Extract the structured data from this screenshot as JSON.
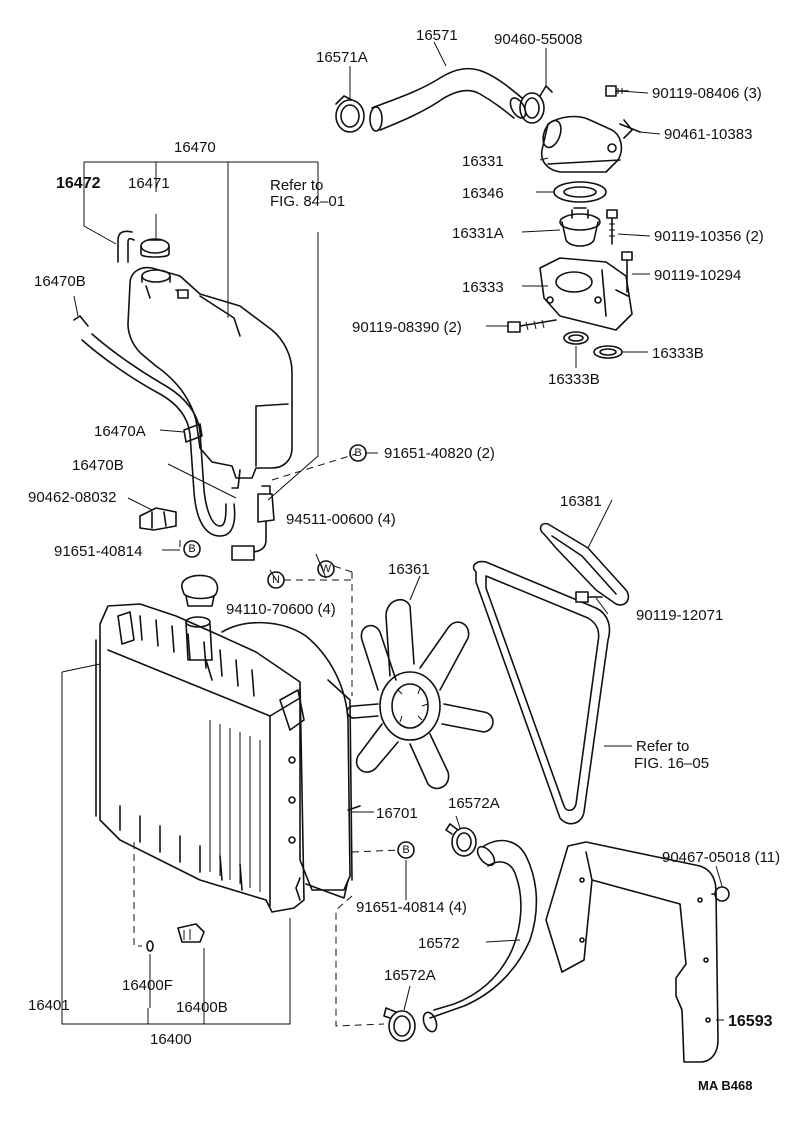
{
  "labels": {
    "p16571": "16571",
    "p16571A": "16571A",
    "p90460_55008": "90460-55008",
    "p90119_08406": "90119-08406 (3)",
    "p90461_10383": "90461-10383",
    "p16331": "16331",
    "p16346": "16346",
    "p16331A": "16331A",
    "p90119_10356": "90119-10356 (2)",
    "p16333": "16333",
    "p90119_10294": "90119-10294",
    "p90119_08390": "90119-08390 (2)",
    "p16333B_right": "16333B",
    "p16333B_below": "16333B",
    "p16470": "16470",
    "p16472": "16472",
    "p16471": "16471",
    "refer_top_1": "Refer to",
    "refer_top_2": "FIG. 84–01",
    "p16470B": "16470B",
    "p16470A": "16470A",
    "p16470B_2": "16470B",
    "p91651_40820": "91651-40820 (2)",
    "p90462_08032": "90462-08032",
    "p94511_00600": "94511-00600 (4)",
    "p91651_40814_left": "91651-40814",
    "p94110_70600": "94110-70600 (4)",
    "p16381": "16381",
    "p16361": "16361",
    "p90119_12071": "90119-12071",
    "refer_mid_1": "Refer to",
    "refer_mid_2": "FIG. 16–05",
    "p16701": "16701",
    "p16572A_top": "16572A",
    "p91651_40814_right": "91651-40814 (4)",
    "p90467_05018": "90467-05018 (11)",
    "p16572": "16572",
    "p16572A_bottom": "16572A",
    "p16593": "16593",
    "p16401": "16401",
    "p16400F": "16400F",
    "p16400B": "16400B",
    "p16400": "16400",
    "diagram_code": "MA B468"
  },
  "markers": {
    "b": "B",
    "w": "W",
    "n": "N"
  }
}
